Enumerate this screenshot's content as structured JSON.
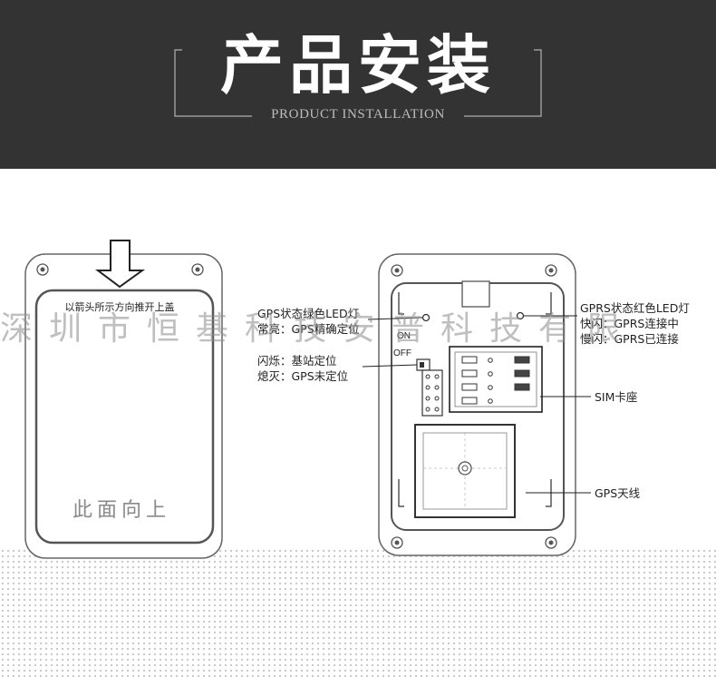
{
  "header": {
    "title": "产品安装",
    "subtitle": "PRODUCT INSTALLATION"
  },
  "watermark": {
    "text": "深圳市恒基科技安普科技有限"
  },
  "front_device": {
    "instruction": "以箭头所示方向推开上盖",
    "face_label": "此面向上"
  },
  "board": {
    "gps_led": {
      "title": "GPS状态绿色LED灯",
      "steady": "常亮：GPS精确定位",
      "blink": "闪烁：基站定位",
      "off": "熄灭：GPS未定位"
    },
    "switch": {
      "on": "ON",
      "off": "OFF"
    },
    "gprs_led": {
      "title": "GPRS状态红色LED灯",
      "fast": "快闪：GPRS连接中",
      "slow": "慢闪：GPRS已连接"
    },
    "sim_label": "SIM卡座",
    "antenna_label": "GPS天线"
  },
  "colors": {
    "header_bg": "#333333",
    "title": "#ffffff",
    "subtitle": "#bdbdbd",
    "outline": "#555555"
  }
}
